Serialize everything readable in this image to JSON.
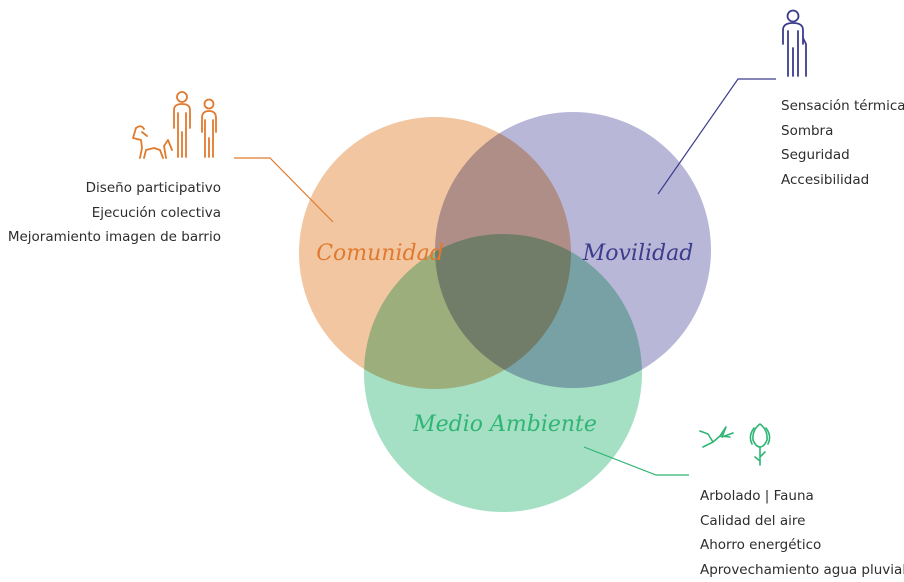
{
  "colors": {
    "comunidad": "#e07a2e",
    "movilidad": "#3c3c8c",
    "medio_ambiente": "#2fb574",
    "text": "#2d2d2d"
  },
  "circles": {
    "comunidad": {
      "label": "Comunidad",
      "fill": "#f2c6a1"
    },
    "movilidad": {
      "label": "Movilidad",
      "fill": "#b9b7d8"
    },
    "medio_ambiente": {
      "label": "Medio Ambiente",
      "fill": "#a5e0c4"
    }
  },
  "lists": {
    "comunidad": [
      "Diseño participativo",
      "Ejecución colectiva",
      "Mejoramiento imagen de barrio"
    ],
    "movilidad": [
      "Sensación térmica",
      "Sombra",
      "Seguridad",
      "Accesibilidad"
    ],
    "medio_ambiente": [
      "Arbolado | Fauna",
      "Calidad del aire",
      "Ahorro energético",
      "Aprovechamiento agua pluvial"
    ]
  },
  "icons": {
    "comunidad": [
      "dog-icon",
      "adult-person-icon",
      "child-person-icon"
    ],
    "movilidad": [
      "elderly-person-with-cane-icon"
    ],
    "medio_ambiente": [
      "hummingbird-icon",
      "flower-icon"
    ]
  }
}
